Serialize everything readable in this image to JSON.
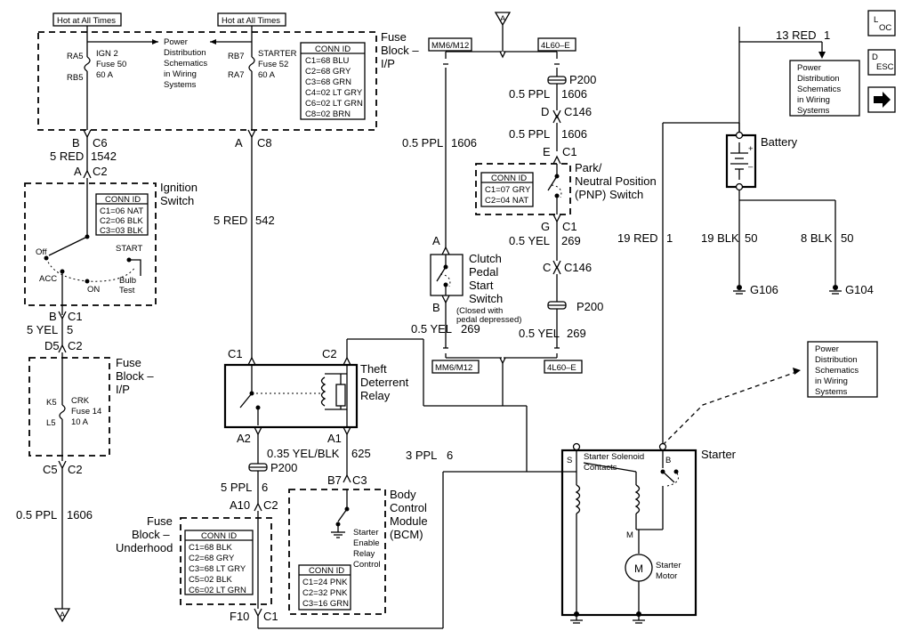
{
  "top": {
    "hot1": "Hot at All Times",
    "hot2": "Hot at All Times",
    "ra5": "RA5",
    "rb5": "RB5",
    "ign2": "IGN 2",
    "fuse50": "Fuse 50",
    "amp60a": "60 A",
    "pd1": "Power",
    "pd2": "Distribution",
    "pd3": "Schematics",
    "pd4": "in Wiring",
    "pd5": "Systems",
    "rb7": "RB7",
    "ra7": "RA7",
    "starter": "STARTER",
    "fuse52": "Fuse 52",
    "amp60b": "60 A",
    "fb1": "Fuse",
    "fb2": "Block –",
    "fb3": "I/P"
  },
  "conn_fuseblock": {
    "title": "CONN ID",
    "rows": [
      "C1=68 BLU",
      "C2=68 GRY",
      "C3=68 GRN",
      "C4=02 LT GRY",
      "C6=02 LT GRN",
      "C8=02 BRN"
    ]
  },
  "left": {
    "b": "B",
    "c6": "C6",
    "red5": "5 RED",
    "n1542": "1542",
    "a": "A",
    "c2": "C2",
    "ign1": "Ignition",
    "ign2": "Switch",
    "off": "Off",
    "acc": "ACC",
    "on": "ON",
    "start": "START",
    "bulb1": "Bulb",
    "bulb2": "Test",
    "b2": "B",
    "c1": "C1",
    "yel5": "5 YEL",
    "n5": "5",
    "d5": "D5",
    "c2b": "C2",
    "k5": "K5",
    "l5": "L5",
    "crk": "CRK",
    "fuse14": "Fuse 14",
    "amp10": "10 A",
    "fb1": "Fuse",
    "fb2": "Block –",
    "fb3": "I/P",
    "c5": "C5",
    "c2c": "C2",
    "ppl": "0.5 PPL",
    "n1606": "1606",
    "arrowA": "A"
  },
  "conn_ign": {
    "title": "CONN ID",
    "rows": [
      "C1=06 NAT",
      "C2=06 BLK",
      "C3=03 BLK"
    ]
  },
  "mid": {
    "a": "A",
    "c8": "C8",
    "red5": "5 RED",
    "n542": "542",
    "c1": "C1",
    "c2": "C2",
    "th1": "Theft",
    "th2": "Deterrent",
    "th3": "Relay",
    "a2": "A2",
    "a1": "A1",
    "yelblk": "0.35 YEL/BLK",
    "n625": "625",
    "p200": "P200",
    "ppl5": "5 PPL",
    "n6": "6",
    "a10": "A10",
    "c2b": "C2",
    "b7": "B7",
    "c3": "C3",
    "bcm1": "Body",
    "bcm2": "Control",
    "bcm3": "Module",
    "bcm4": "(BCM)",
    "se1": "Starter",
    "se2": "Enable",
    "se3": "Relay",
    "se4": "Control",
    "fbu1": "Fuse",
    "fbu2": "Block –",
    "fbu3": "Underhood",
    "f10": "F10",
    "c1b": "C1",
    "ppl3": "3 PPL",
    "n6b": "6"
  },
  "conn_underhood": {
    "title": "CONN ID",
    "rows": [
      "C1=68 BLK",
      "C2=68 GRY",
      "C3=68 LT GRY",
      "C5=02 BLK",
      "C6=02 LT GRN"
    ]
  },
  "conn_bcm": {
    "title": "CONN ID",
    "rows": [
      "C1=24 PNK",
      "C2=32 PNK",
      "C3=16 GRN"
    ]
  },
  "right_mid": {
    "arrowA": "A",
    "mm6": "MM6/M12",
    "l4l60": "4L60–E",
    "p200": "P200",
    "ppl05": "0.5 PPL",
    "n1606": "1606",
    "d": "D",
    "c146": "C146",
    "ppl05b": "0.5 PPL",
    "n1606b": "1606",
    "e": "E",
    "c1": "C1",
    "pnp1": "Park/",
    "pnp2": "Neutral Position",
    "pnp3": "(PNP) Switch",
    "ppl05c": "0.5 PPL",
    "n1606c": "1606",
    "g": "G",
    "c1b": "C1",
    "yel05": "0.5 YEL",
    "n269": "269",
    "c": "C",
    "c146b": "C146",
    "a": "A",
    "cl1": "Clutch",
    "cl2": "Pedal",
    "cl3": "Start",
    "cl4": "Switch",
    "cl5": "(Closed with",
    "cl6": "pedal depressed)",
    "b": "B",
    "yel05b": "0.5 YEL",
    "n269b": "269",
    "p200b": "P200",
    "yel05c": "0.5 YEL",
    "n269c": "269",
    "mm6b": "MM6/M12",
    "l4l60b": "4L60–E"
  },
  "conn_pnp": {
    "title": "CONN ID",
    "rows": [
      "C1=07 GRY",
      "C2=04 NAT"
    ]
  },
  "right": {
    "red13": "13 RED",
    "n1": "1",
    "pd1": "Power",
    "pd2": "Distribution",
    "pd3": "Schematics",
    "pd4": "in Wiring",
    "pd5": "Systems",
    "battery": "Battery",
    "plus": "+",
    "minus": "–",
    "red19": "19 RED",
    "n1b": "1",
    "blk19": "19 BLK",
    "n50": "50",
    "blk8": "8 BLK",
    "n50b": "50",
    "g106": "G106",
    "g104": "G104",
    "pd6": "Power",
    "pd7": "Distribution",
    "pd8": "Schematics",
    "pd9": "in Wiring",
    "pd10": "Systems",
    "starter": "Starter",
    "s": "S",
    "b": "B",
    "sol1": "Starter Solenoid",
    "sol2": "Contacts",
    "m": "M",
    "mot1": "Starter",
    "mot2": "Motor",
    "motM": "M",
    "loc_l": "L",
    "loc_oc": "OC",
    "desc_d": "D",
    "desc_esc": "ESC"
  }
}
